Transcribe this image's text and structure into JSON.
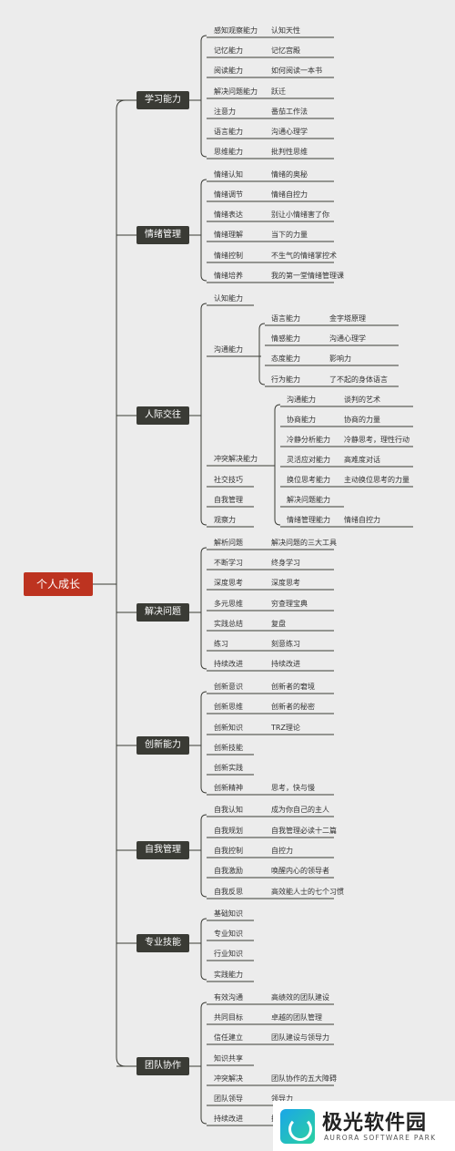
{
  "root": "个人成长",
  "branches": [
    {
      "label": "学习能力",
      "items": [
        {
          "label": "感知观察能力",
          "note": "认知天性"
        },
        {
          "label": "记忆能力",
          "note": "记忆宫殿"
        },
        {
          "label": "阅读能力",
          "note": "如何阅读一本书"
        },
        {
          "label": "解决问题能力",
          "note": "跃迁"
        },
        {
          "label": "注意力",
          "note": "番茄工作法"
        },
        {
          "label": "语言能力",
          "note": "沟通心理学"
        },
        {
          "label": "思维能力",
          "note": "批判性思维"
        }
      ]
    },
    {
      "label": "情绪管理",
      "items": [
        {
          "label": "情绪认知",
          "note": "情绪的奥秘"
        },
        {
          "label": "情绪调节",
          "note": "情绪自控力"
        },
        {
          "label": "情绪表达",
          "note": "别让小情绪害了你"
        },
        {
          "label": "情绪理解",
          "note": "当下的力量"
        },
        {
          "label": "情绪控制",
          "note": "不生气的情绪掌控术"
        },
        {
          "label": "情绪培养",
          "note": "我的第一堂情绪管理课"
        }
      ]
    },
    {
      "label": "人际交往",
      "items": [
        {
          "label": "认知能力"
        },
        {
          "label": "沟通能力",
          "children": [
            {
              "label": "语言能力",
              "note": "金字塔原理"
            },
            {
              "label": "情感能力",
              "note": "沟通心理学"
            },
            {
              "label": "态度能力",
              "note": "影响力"
            },
            {
              "label": "行为能力",
              "note": "了不起的身体语言"
            }
          ]
        },
        {
          "label": "冲突解决能力",
          "children": [
            {
              "label": "沟通能力",
              "note": "谈判的艺术"
            },
            {
              "label": "协商能力",
              "note": "协商的力量"
            },
            {
              "label": "冷静分析能力",
              "note": "冷静思考，理性行动"
            },
            {
              "label": "灵活应对能力",
              "note": "高难度对话"
            },
            {
              "label": "换位思考能力",
              "note": "主动换位思考的力量"
            },
            {
              "label": "解决问题能力"
            },
            {
              "label": "情绪管理能力",
              "note": "情绪自控力"
            }
          ]
        },
        {
          "label": "社交技巧"
        },
        {
          "label": "自我管理"
        },
        {
          "label": "观察力"
        }
      ]
    },
    {
      "label": "解决问题",
      "items": [
        {
          "label": "解析问题",
          "note": "解决问题的三大工具"
        },
        {
          "label": "不断学习",
          "note": "终身学习"
        },
        {
          "label": "深度思考",
          "note": "深度思考"
        },
        {
          "label": "多元思维",
          "note": "穷查理宝典"
        },
        {
          "label": "实践总结",
          "note": "复盘"
        },
        {
          "label": "练习",
          "note": "刻意练习"
        },
        {
          "label": "持续改进",
          "note": "持续改进"
        }
      ]
    },
    {
      "label": "创新能力",
      "items": [
        {
          "label": "创新意识",
          "note": "创新者的窘境"
        },
        {
          "label": "创新思维",
          "note": "创新者的秘密"
        },
        {
          "label": "创新知识",
          "note": "TRZ理论"
        },
        {
          "label": "创新技能"
        },
        {
          "label": "创新实践"
        },
        {
          "label": "创新精神",
          "note": "思考，快与慢"
        }
      ]
    },
    {
      "label": "自我管理",
      "items": [
        {
          "label": "自我认知",
          "note": "成为你自己的主人"
        },
        {
          "label": "自我规划",
          "note": "自我管理必读十二篇"
        },
        {
          "label": "自我控制",
          "note": "自控力"
        },
        {
          "label": "自我激励",
          "note": "唤醒内心的领导者"
        },
        {
          "label": "自我反思",
          "note": "高效能人士的七个习惯"
        }
      ]
    },
    {
      "label": "专业技能",
      "items": [
        {
          "label": "基础知识"
        },
        {
          "label": "专业知识"
        },
        {
          "label": "行业知识"
        },
        {
          "label": "实践能力"
        }
      ]
    },
    {
      "label": "团队协作",
      "items": [
        {
          "label": "有效沟通",
          "note": "高绩效的团队建设"
        },
        {
          "label": "共同目标",
          "note": "卓越的团队管理"
        },
        {
          "label": "信任建立",
          "note": "团队建设与领导力"
        },
        {
          "label": "知识共享"
        },
        {
          "label": "冲突解决",
          "note": "团队协作的五大障碍"
        },
        {
          "label": "团队领导",
          "note": "领导力"
        },
        {
          "label": "持续改进",
          "note": "持续改进"
        }
      ]
    }
  ],
  "watermark": {
    "title": "极光软件园",
    "subtitle": "AURORA SOFTWARE PARK"
  },
  "colors": {
    "background": "#ececec",
    "root": "#bd3320",
    "branch": "#3a3b35",
    "line": "#3a3b35"
  }
}
